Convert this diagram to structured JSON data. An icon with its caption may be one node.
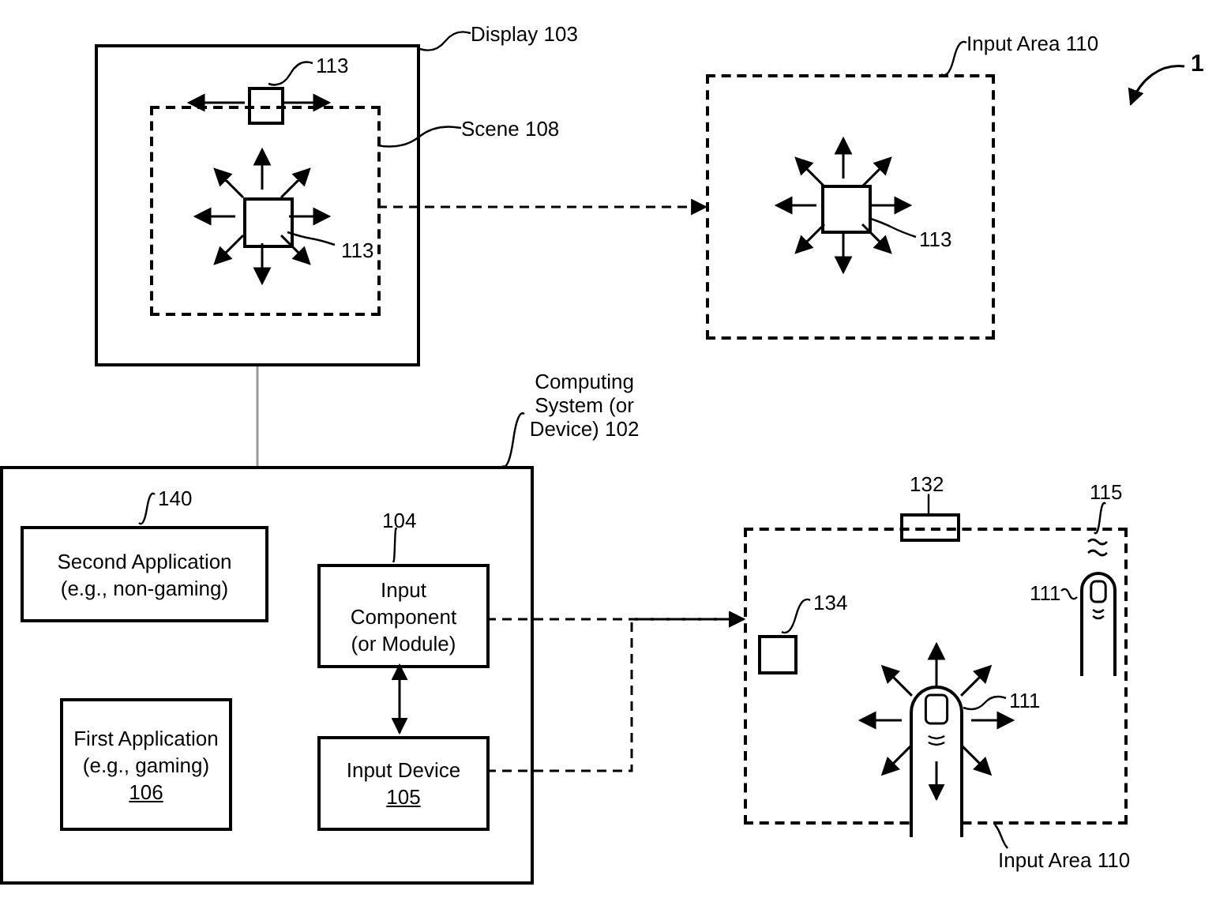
{
  "diagram": {
    "nodes": [
      {
        "text": [],
        "shape": "box"
      },
      {
        "text": [
          "Display 103"
        ]
      },
      {
        "text": [],
        "shape": "box",
        "in": 0
      },
      {
        "text": [
          "Scene 108"
        ]
      },
      {
        "text": [],
        "shape": "box",
        "in": 0
      },
      {
        "text": [
          "113"
        ],
        "in": 0
      },
      {
        "text": [],
        "shape": "box",
        "in": 2
      },
      {
        "text": [
          "113"
        ],
        "in": 2
      },
      {
        "text": [],
        "shape": "box"
      },
      {
        "text": [
          "Input Area 110"
        ]
      },
      {
        "text": [],
        "shape": "box",
        "in": 8
      },
      {
        "text": [
          "113"
        ],
        "in": 8
      },
      {
        "text": [],
        "shape": "box"
      },
      {
        "text": [
          "Computing System (or Device) 102"
        ]
      },
      {
        "text": [
          "140"
        ],
        "in": 12
      },
      {
        "text": [
          "Second Application (e.g., non-gaming)"
        ],
        "in": 12
      },
      {
        "text": [
          "First Application (e.g., gaming)",
          "106"
        ],
        "in": 12
      },
      {
        "text": [
          "104"
        ],
        "in": 12
      },
      {
        "text": [
          "Input Component (or Module)"
        ],
        "in": 12
      },
      {
        "text": [
          "Input Device",
          "105"
        ],
        "in": 12
      },
      {
        "text": [],
        "shape": "box"
      },
      {
        "text": [
          "132"
        ]
      },
      {
        "text": [],
        "shape": "box"
      },
      {
        "text": [
          "115"
        ]
      },
      {
        "text": [],
        "shape": "picture",
        "in": 20
      },
      {
        "text": [
          "111"
        ],
        "in": 20
      },
      {
        "text": [],
        "shape": "picture",
        "in": 20
      },
      {
        "text": [
          "134"
        ],
        "in": 20
      },
      {
        "text": [],
        "shape": "box",
        "in": 20
      },
      {
        "text": [
          "111"
        ],
        "in": 20
      },
      {
        "text": [],
        "shape": "picture"
      },
      {
        "text": [
          "Input Area 110"
        ]
      }
    ],
    "edges": [
      {
        "from": 0,
        "to": 12,
        "arrow": "none",
        "color": "#999999"
      },
      {
        "from": 2,
        "to": 8,
        "arrow": "to",
        "style": "dashed"
      },
      {
        "from": 18,
        "to": 20,
        "arrow": "to",
        "style": "dashed"
      },
      {
        "from": 19,
        "to": 20,
        "arrow": "to",
        "style": "dashed"
      },
      {
        "from": 18,
        "to": 19,
        "arrow": "both"
      },
      {
        "from": 1,
        "to": 0,
        "arrow": "none"
      },
      {
        "from": 3,
        "to": 2,
        "arrow": "none"
      },
      {
        "from": 5,
        "to": 4,
        "arrow": "none"
      },
      {
        "from": 7,
        "to": 6,
        "arrow": "none"
      },
      {
        "from": 9,
        "to": 8,
        "arrow": "none"
      },
      {
        "from": 11,
        "to": 10,
        "arrow": "none"
      },
      {
        "from": 13,
        "to": 12,
        "arrow": "none"
      },
      {
        "from": 14,
        "to": 15,
        "arrow": "none"
      },
      {
        "from": 17,
        "to": 18,
        "arrow": "none"
      },
      {
        "from": 21,
        "to": 22,
        "arrow": "none"
      },
      {
        "from": 23,
        "to": 24,
        "arrow": "none"
      },
      {
        "from": 25,
        "to": 26,
        "arrow": "none"
      },
      {
        "from": 27,
        "to": 28,
        "arrow": "none"
      },
      {
        "from": 29,
        "to": 30,
        "arrow": "none"
      },
      {
        "from": 31,
        "to": 20,
        "arrow": "none"
      }
    ],
    "labels": [
      "1"
    ]
  }
}
